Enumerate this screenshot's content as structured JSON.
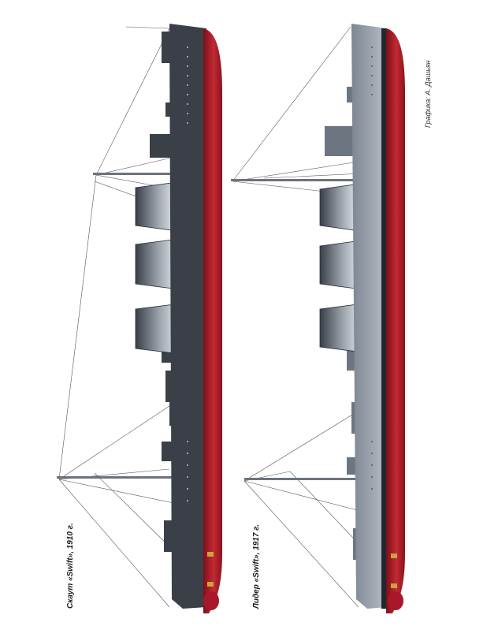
{
  "captions": {
    "ship1": "Скаут «Swift», 1910 г.",
    "ship2": "Лидер «Swift», 1917 г.",
    "credit": "Графика: А. Дашьян"
  },
  "colors": {
    "hull_red": "#b51f2b",
    "hull_red_light": "#d8404a",
    "hull_dark": "#3b4048",
    "hull_grey": "#8f99a4",
    "funnel_grey": "#5f6670",
    "rigging": "#555555"
  }
}
